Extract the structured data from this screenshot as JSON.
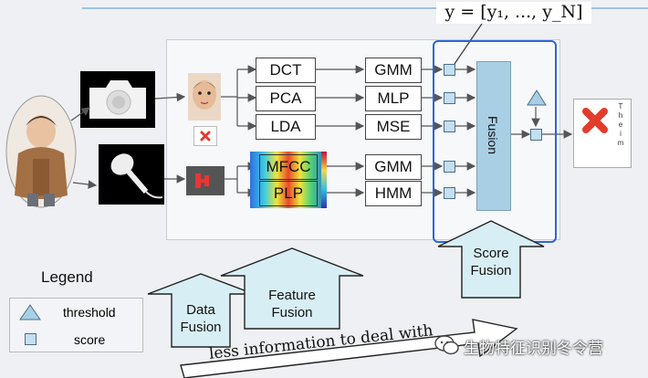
{
  "equation": "y = [y₁, ..., y_N]",
  "feature_methods": [
    "DCT",
    "PCA",
    "LDA"
  ],
  "audio_methods": [
    "MFCC",
    "PLP"
  ],
  "face_classifiers": [
    "GMM",
    "MLP",
    "MSE"
  ],
  "audio_classifiers": [
    "GMM",
    "HMM"
  ],
  "fusion_label": "Fusion",
  "decision_letters": [
    "T",
    "h",
    "e",
    "i",
    "m"
  ],
  "legend": {
    "title": "Legend",
    "threshold": "threshold",
    "score": "score"
  },
  "stages": {
    "data": [
      "Data",
      "Fusion"
    ],
    "feature": [
      "Feature",
      "Fusion"
    ],
    "score": [
      "Score",
      "Fusion"
    ]
  },
  "information_arrow": "less information to deal with",
  "watermark": "生物特征识别冬令营",
  "colors": {
    "score_panel_border": "#2b66d9",
    "fusion_fill": "#a9cfe5",
    "reject_mark": "#e23c2c",
    "stage_arrow_fill": "#d8eef5"
  },
  "icons": {
    "face_sketch": "camera-icon",
    "mic": "microphone-icon",
    "reject": "cross-icon",
    "threshold": "triangle-icon",
    "score": "square-icon",
    "watermark": "wechat-icon"
  }
}
